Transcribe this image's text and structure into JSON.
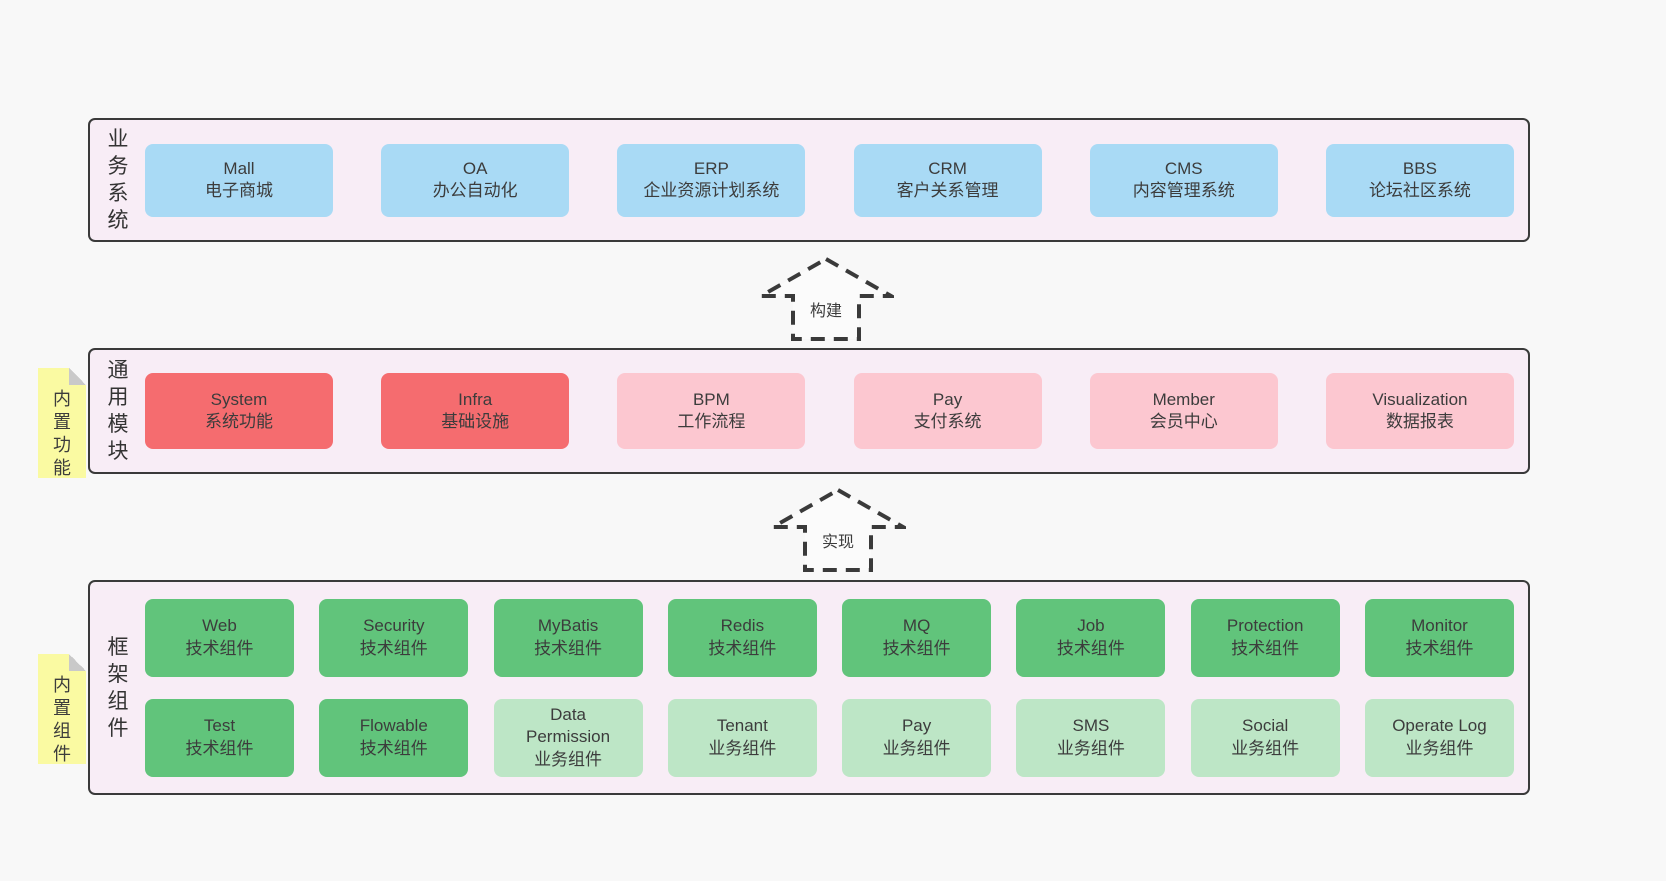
{
  "colors": {
    "page-bg": "#f8f8f8",
    "panel-bg": "#f8edf6",
    "line": "#3a3a3a",
    "text": "#3c3c3c",
    "blue": "#a9daf5",
    "red": "#f56c6f",
    "pink": "#fcc7d0",
    "green": "#61c47b",
    "green-light": "#bde6c6",
    "note-yellow": "#fafaa2",
    "note-fold": "#c9c9c9",
    "arrow-fill": "#fbfbfb"
  },
  "arrows": {
    "build_label": "构建",
    "implement_label": "实现"
  },
  "layers": {
    "business": {
      "label": "业务系统",
      "boxes": [
        {
          "title": "Mall",
          "subtitle": "电子商城"
        },
        {
          "title": "OA",
          "subtitle": "办公自动化"
        },
        {
          "title": "ERP",
          "subtitle": "企业资源计划系统"
        },
        {
          "title": "CRM",
          "subtitle": "客户关系管理"
        },
        {
          "title": "CMS",
          "subtitle": "内容管理系统"
        },
        {
          "title": "BBS",
          "subtitle": "论坛社区系统"
        }
      ]
    },
    "modules": {
      "label": "通用模块",
      "note": "内置功能",
      "boxes": [
        {
          "title": "System",
          "subtitle": "系统功能"
        },
        {
          "title": "Infra",
          "subtitle": "基础设施"
        },
        {
          "title": "BPM",
          "subtitle": "工作流程"
        },
        {
          "title": "Pay",
          "subtitle": "支付系统"
        },
        {
          "title": "Member",
          "subtitle": "会员中心"
        },
        {
          "title": "Visualization",
          "subtitle": "数据报表"
        }
      ]
    },
    "components": {
      "label": "框架组件",
      "note": "内置组件",
      "rows": [
        [
          {
            "title": "Web",
            "subtitle": "技术组件"
          },
          {
            "title": "Security",
            "subtitle": "技术组件"
          },
          {
            "title": "MyBatis",
            "subtitle": "技术组件"
          },
          {
            "title": "Redis",
            "subtitle": "技术组件"
          },
          {
            "title": "MQ",
            "subtitle": "技术组件"
          },
          {
            "title": "Job",
            "subtitle": "技术组件"
          },
          {
            "title": "Protection",
            "subtitle": "技术组件"
          },
          {
            "title": "Monitor",
            "subtitle": "技术组件"
          }
        ],
        [
          {
            "title": "Test",
            "subtitle": "技术组件"
          },
          {
            "title": "Flowable",
            "subtitle": "技术组件"
          },
          {
            "title": "Data Permission",
            "subtitle": "业务组件"
          },
          {
            "title": "Tenant",
            "subtitle": "业务组件"
          },
          {
            "title": "Pay",
            "subtitle": "业务组件"
          },
          {
            "title": "SMS",
            "subtitle": "业务组件"
          },
          {
            "title": "Social",
            "subtitle": "业务组件"
          },
          {
            "title": "Operate Log",
            "subtitle": "业务组件"
          }
        ]
      ]
    }
  }
}
